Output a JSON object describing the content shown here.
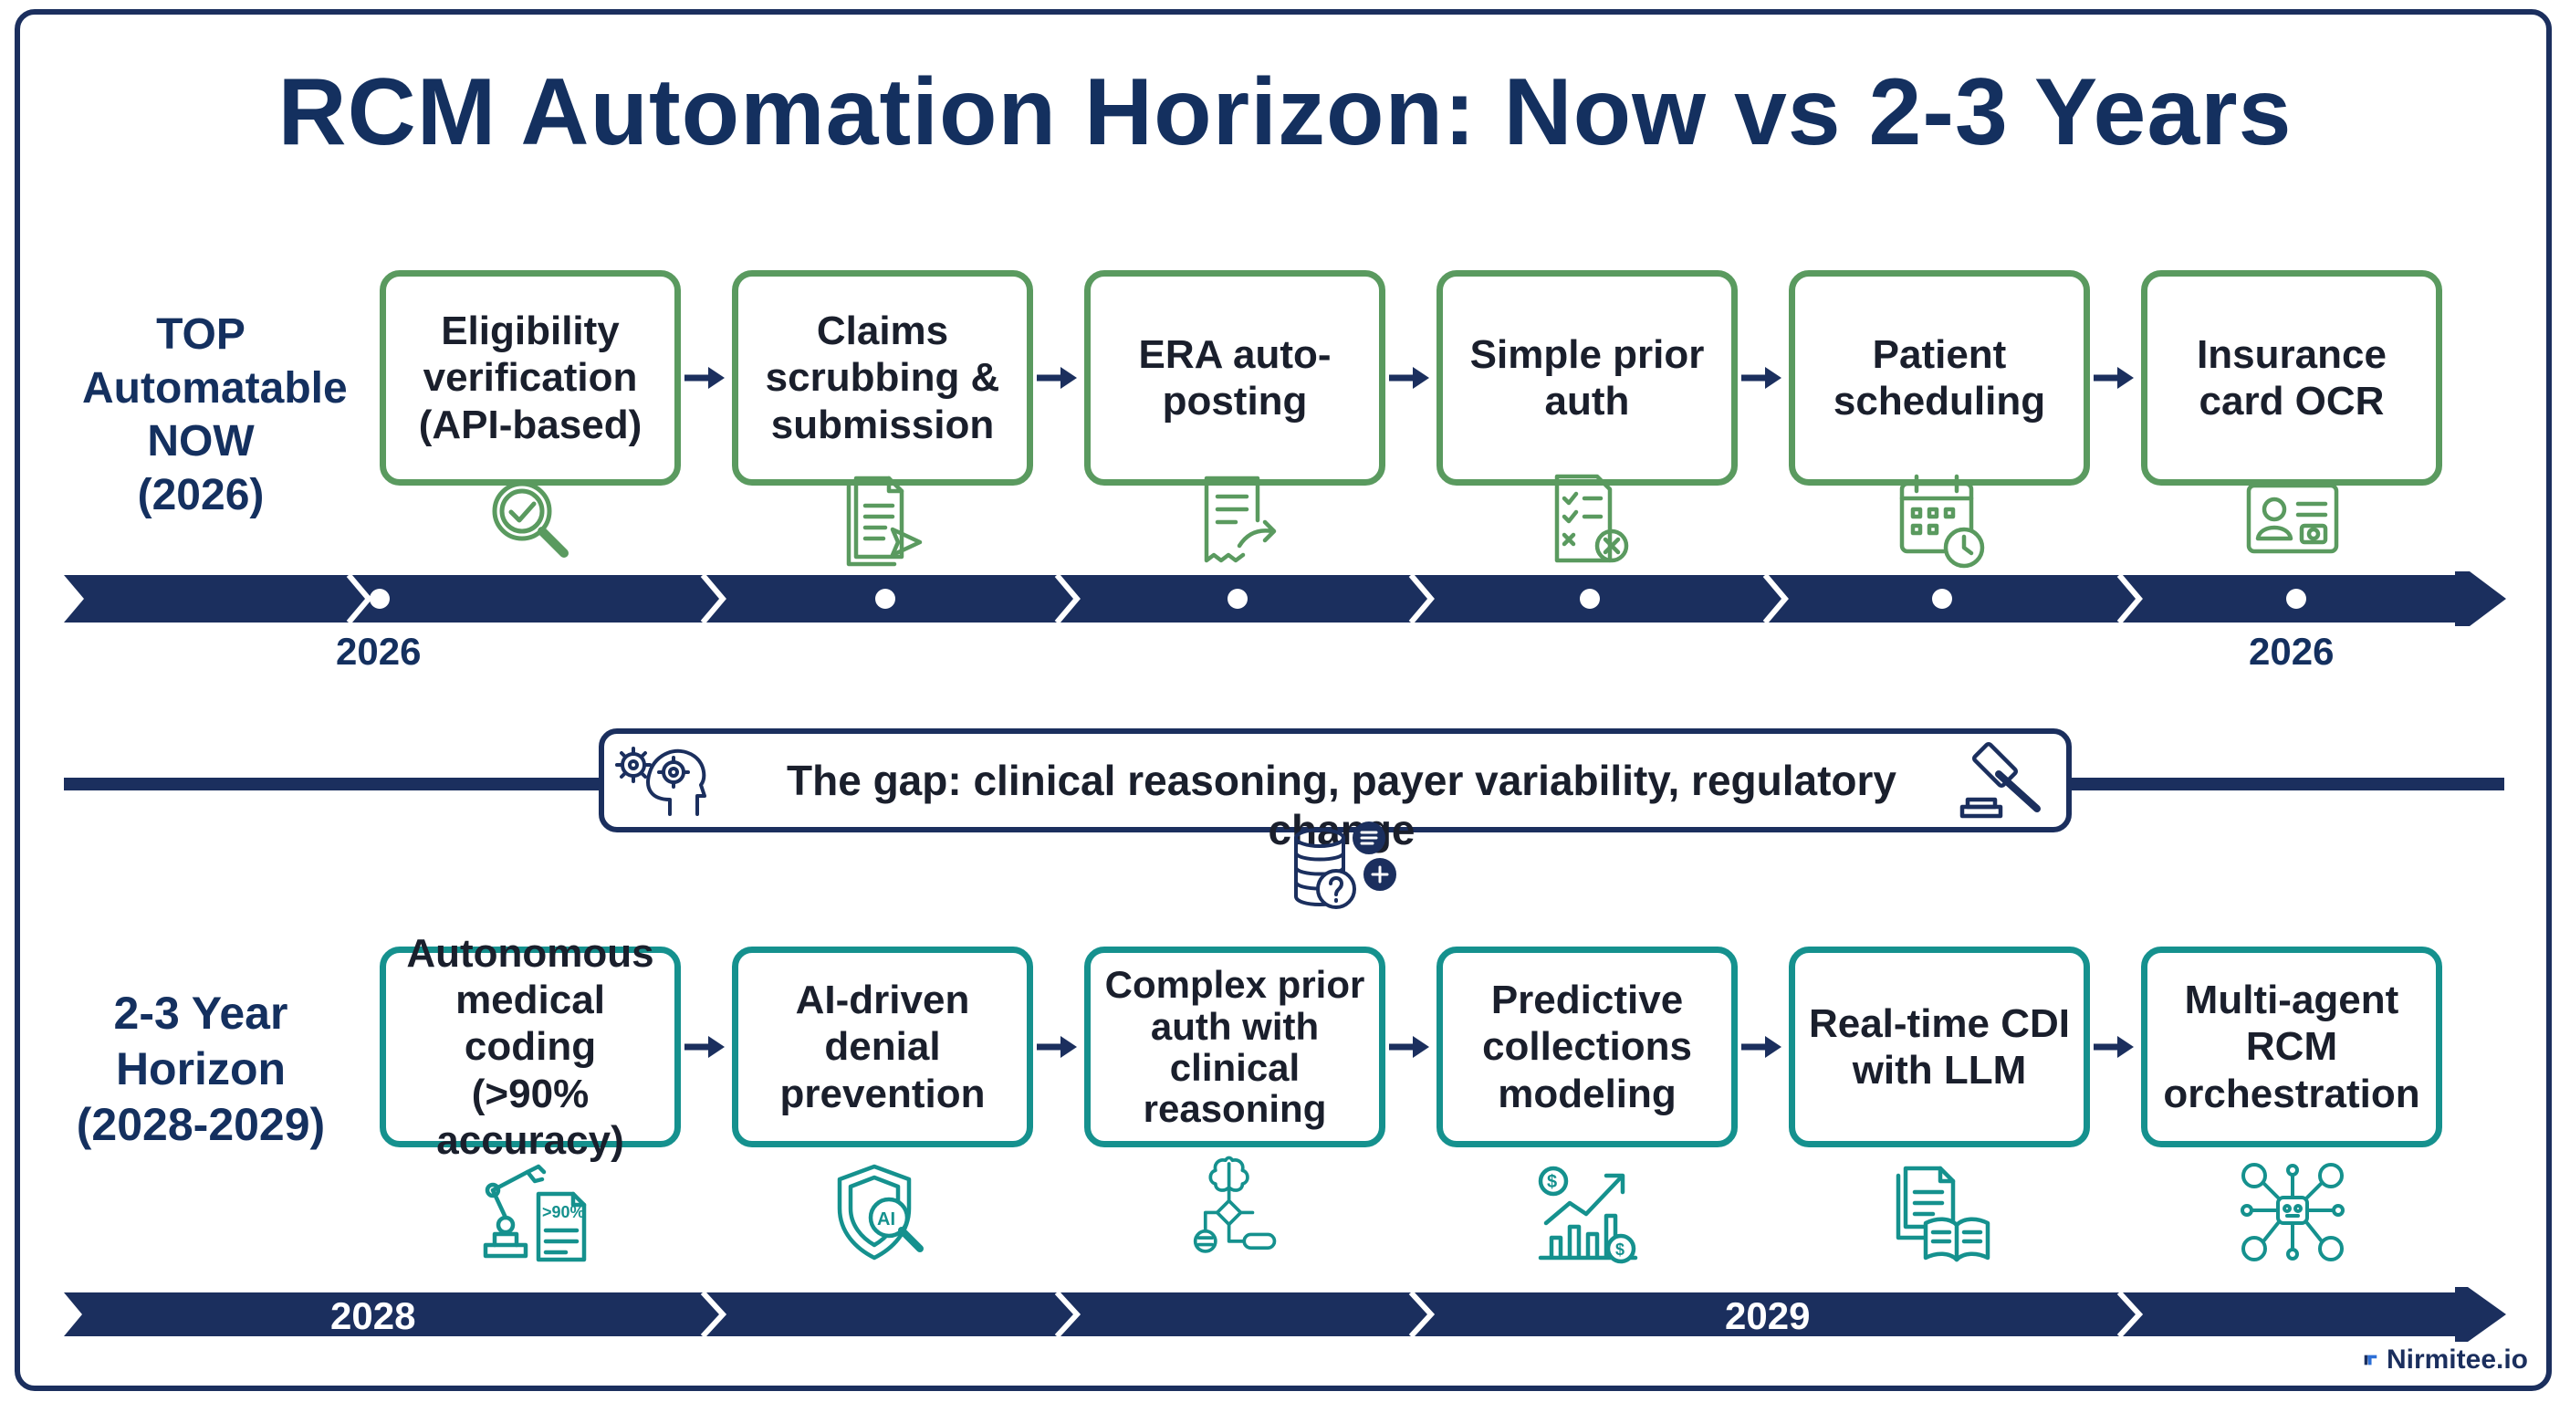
{
  "title": "RCM Automation Horizon: Now vs 2-3 Years",
  "top_row": {
    "label": [
      "TOP",
      "Automatable",
      "NOW (2026)"
    ],
    "items": [
      {
        "lines": [
          "Eligibility",
          "verification",
          "(API-based)"
        ],
        "icon": "magnifier-check-icon"
      },
      {
        "lines": [
          "Claims",
          "scrubbing &",
          "submission"
        ],
        "icon": "document-send-icon"
      },
      {
        "lines": [
          "ERA auto-",
          "posting"
        ],
        "icon": "receipt-arrow-icon"
      },
      {
        "lines": [
          "Simple prior",
          "auth"
        ],
        "icon": "checklist-x-icon"
      },
      {
        "lines": [
          "Patient",
          "scheduling"
        ],
        "icon": "calendar-clock-icon"
      },
      {
        "lines": [
          "Insurance",
          "card OCR"
        ],
        "icon": "id-card-camera-icon"
      }
    ],
    "year_start": "2026",
    "year_end": "2026"
  },
  "gap": {
    "text": "The gap: clinical reasoning, payer variability, regulatory change",
    "left_icon": "head-gears-icon",
    "right_icon": "gavel-icon",
    "below_icon": "coins-question-icon"
  },
  "bottom_row": {
    "label": [
      "2-3 Year",
      "Horizon",
      "(2028-2029)"
    ],
    "items": [
      {
        "lines": [
          "Autonomous",
          "medical coding",
          "(>90% accuracy)"
        ],
        "icon": "robot-arm-icon"
      },
      {
        "lines": [
          "AI-driven",
          "denial",
          "prevention"
        ],
        "icon": "ai-shield-icon"
      },
      {
        "lines": [
          "Complex prior",
          "auth with",
          "clinical",
          "reasoning"
        ],
        "icon": "brain-flowchart-icon"
      },
      {
        "lines": [
          "Predictive",
          "collections",
          "modeling"
        ],
        "icon": "growth-chart-icon"
      },
      {
        "lines": [
          "Real-time CDI",
          "with LLM"
        ],
        "icon": "documents-book-icon"
      },
      {
        "lines": [
          "Multi-agent",
          "RCM",
          "orchestration"
        ],
        "icon": "agent-network-icon"
      }
    ],
    "year_start": "2028",
    "year_mid": "2029",
    "icon_badge": ">90%"
  },
  "brand": "Nirmitee.io",
  "colors": {
    "navy": "#1b2f5e",
    "green": "#5a9a5f",
    "teal": "#15918e"
  }
}
